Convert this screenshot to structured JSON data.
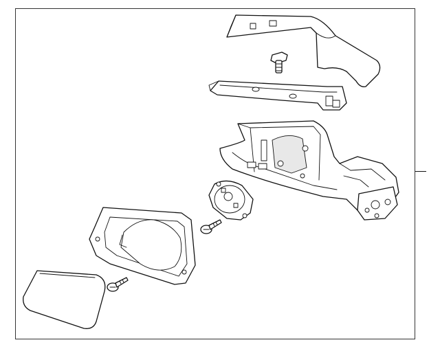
{
  "diagram": {
    "parts": [
      {
        "name": "mirror-glass"
      },
      {
        "name": "backing-plate"
      },
      {
        "name": "actuator-motor"
      },
      {
        "name": "mirror-housing"
      },
      {
        "name": "cover-bracket"
      },
      {
        "name": "upper-cover-cap"
      },
      {
        "name": "mounting-bolt-upper"
      },
      {
        "name": "screw-actuator"
      },
      {
        "name": "screw-backing"
      }
    ],
    "colors": {
      "line": "#111111",
      "background": "#ffffff"
    }
  }
}
